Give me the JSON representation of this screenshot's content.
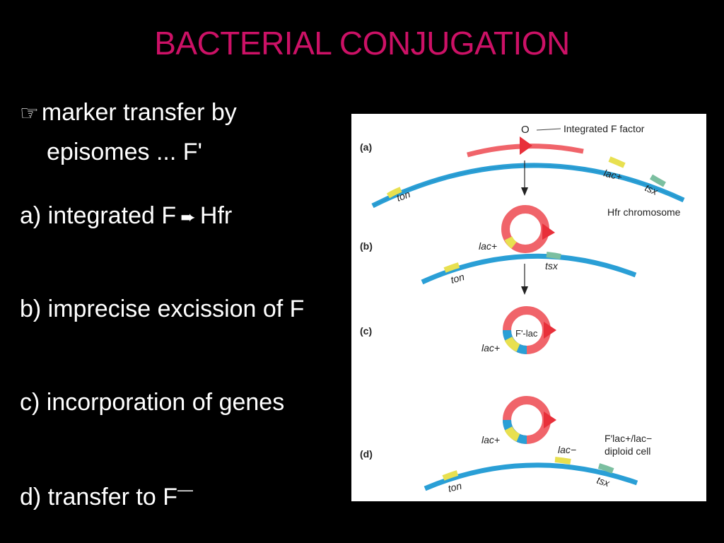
{
  "slide": {
    "title": "BACTERIAL CONJUGATION",
    "bullet": {
      "icon": "pointing-hand-icon",
      "line1": "marker transfer by",
      "line2": "episomes ... F'"
    },
    "steps": [
      {
        "prefix": "a) integrated F",
        "arrow_icon": "right-arrow-icon",
        "suffix": "Hfr"
      },
      {
        "text": "b) imprecise excission of F"
      },
      {
        "text": "c) incorporation of genes"
      },
      {
        "text": "d) transfer to F",
        "superscript": "—"
      }
    ]
  },
  "figure": {
    "colors": {
      "chromosome": "#2a9fd6",
      "f_factor": "#f0646a",
      "lac": "#e8e050",
      "tsx": "#7bbfa0",
      "ton": "#e8e050",
      "arrow": "#e8303a"
    },
    "panel_a": {
      "label": "(a)",
      "origin": "O",
      "integrated_f": "Integrated F factor",
      "lac": "lac+",
      "tsx": "tsx",
      "ton": "ton",
      "hfr": "Hfr chromosome"
    },
    "panel_b": {
      "label": "(b)",
      "lac": "lac+",
      "tsx": "tsx",
      "ton": "ton"
    },
    "panel_c": {
      "label": "(c)",
      "plasmid": "F'-lac",
      "lac": "lac+"
    },
    "panel_d": {
      "label": "(d)",
      "lac_plus": "lac+",
      "lac_minus": "lac−",
      "diploid_line1": "F′lac+/lac−",
      "diploid_line2": "diploid cell",
      "ton": "ton",
      "tsx": "tsx"
    }
  }
}
